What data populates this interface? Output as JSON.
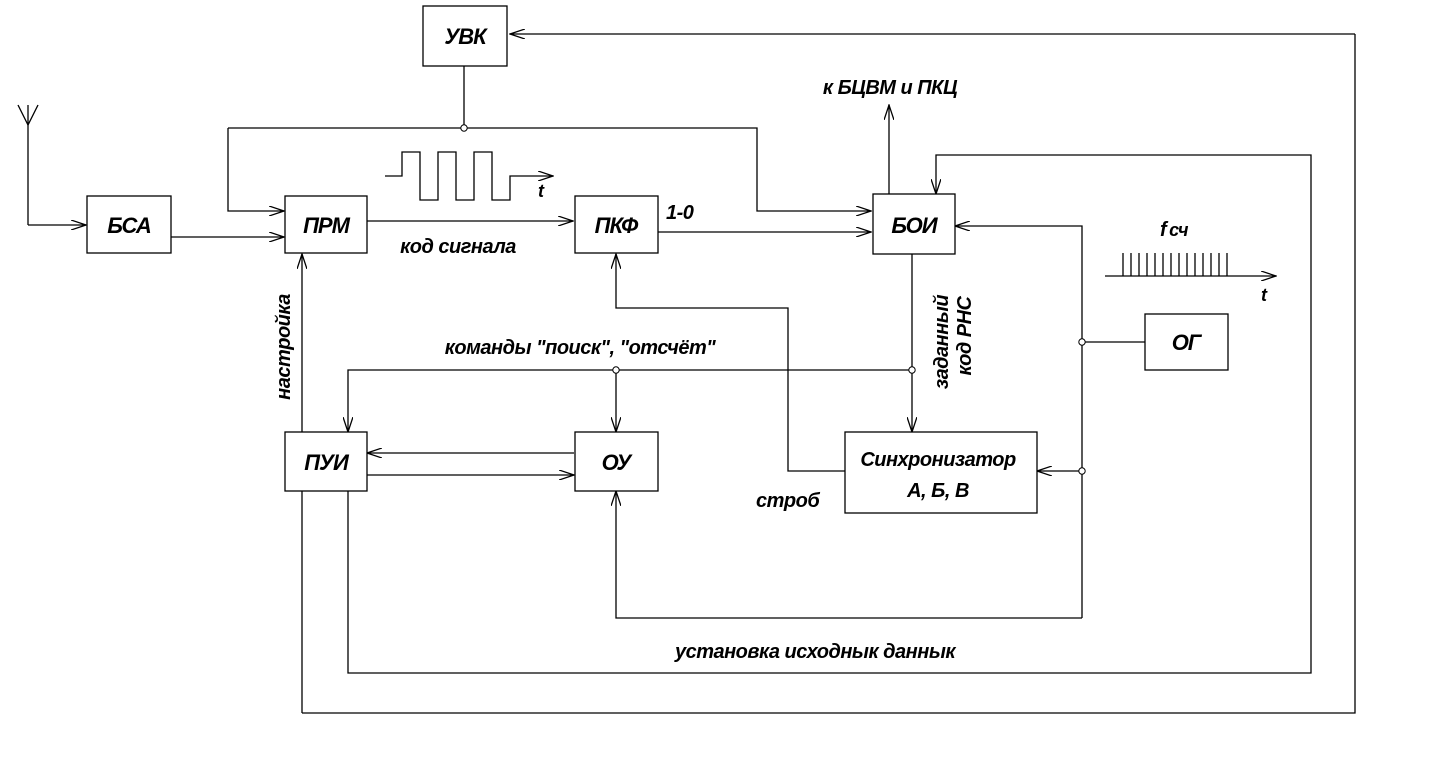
{
  "blocks": {
    "uvk": "УВК",
    "bsa": "БСА",
    "prm": "ПРМ",
    "pkf": "ПКФ",
    "boi": "БОИ",
    "og": "ОГ",
    "pui": "ПУИ",
    "ou": "ОУ",
    "sync_line1": "Синхронизатор",
    "sync_line2": "А, Б, В"
  },
  "labels": {
    "to_bcvm": "к БЦВМ и ПКЦ",
    "signal_code": "код сигнала",
    "one_zero": "1-0",
    "fsch_f": "f",
    "fsch_sub": "сч",
    "t1": "t",
    "t2": "t",
    "tuning": "настройка",
    "commands": "команды \"поиск\", \"отсчёт\"",
    "given_line1": "заданный",
    "given_line2": "код РНС",
    "strobe": "строб",
    "initial_data": "установка исходнык даннык"
  }
}
